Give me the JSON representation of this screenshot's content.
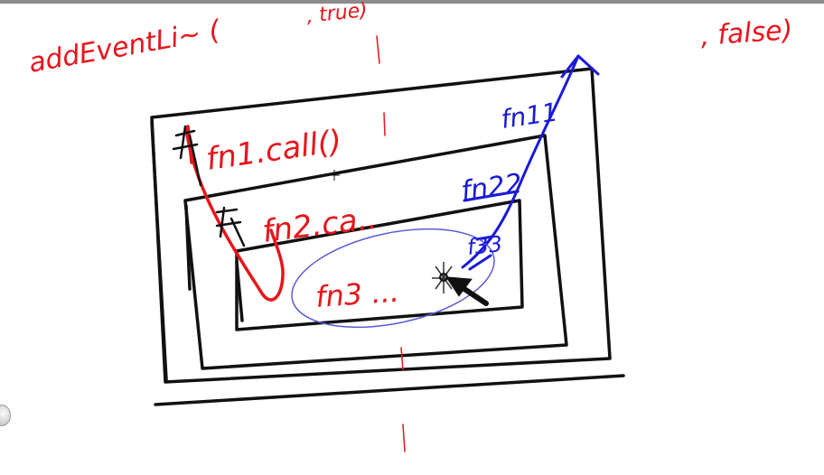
{
  "annotations": {
    "add_listener": "addEventLi~ (",
    "capture_true": ", true)",
    "capture_false": ", false)",
    "fn1_call": "fn1.call()",
    "fn2_call": "fn2.ca..",
    "fn3_call": "fn3 ...",
    "label_fn11": "fn11",
    "label_fn22": "fn22",
    "label_fn33": "f33"
  },
  "colors": {
    "capture": "#e8141c",
    "bubble": "#1a1ad6",
    "boxes": "#111111",
    "ellipse": "#5a5ad8"
  },
  "icons": {
    "cursor": "crosshair-icon",
    "pointer": "arrow-pointer-icon"
  }
}
